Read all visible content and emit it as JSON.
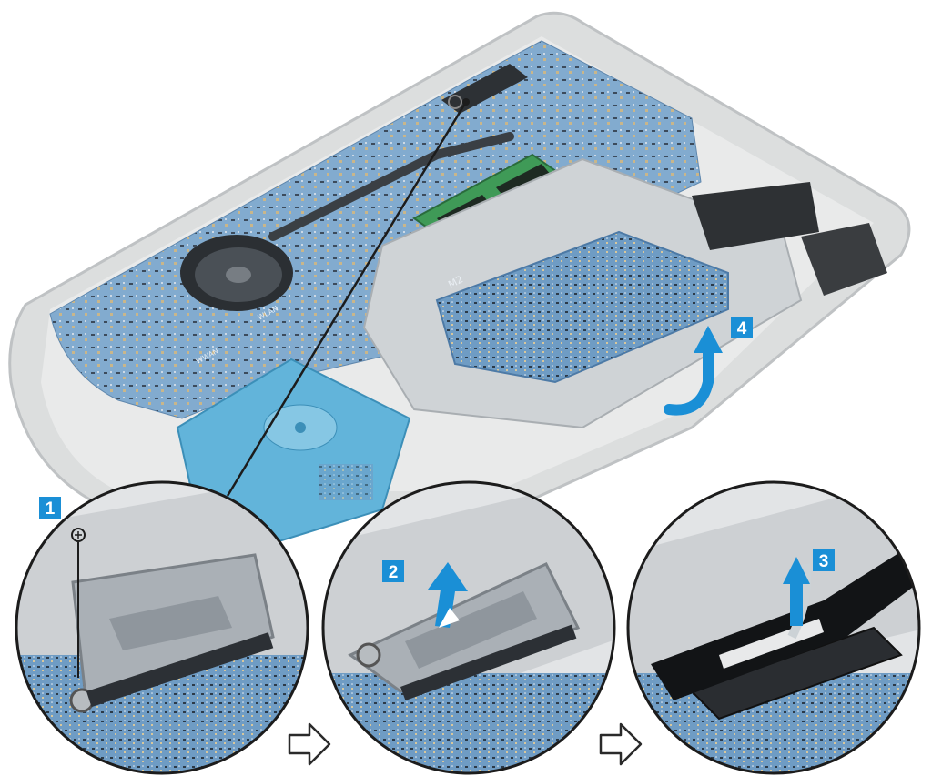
{
  "colors": {
    "accent": "#1a8fd6",
    "arrow_outline": "#2a2a2a",
    "board": "#7fa9cc",
    "chassis": "#d9dbdc",
    "hdd": "#63b6db",
    "bracket": "#a8adb2"
  },
  "steps": [
    {
      "number": "1",
      "action": "remove-screw"
    },
    {
      "number": "2",
      "action": "lift-bracket"
    },
    {
      "number": "3",
      "action": "disconnect-cable"
    },
    {
      "number": "4",
      "action": "release-clips"
    }
  ],
  "board_labels": {
    "m2": "M2",
    "wwan": "WWAN",
    "wlan": "WLAN"
  },
  "icons": {
    "screw": "screw-icon",
    "up_arrow": "up-arrow-icon",
    "curved_arrow": "curved-arrow-icon",
    "next_arrow": "right-outline-arrow-icon"
  }
}
